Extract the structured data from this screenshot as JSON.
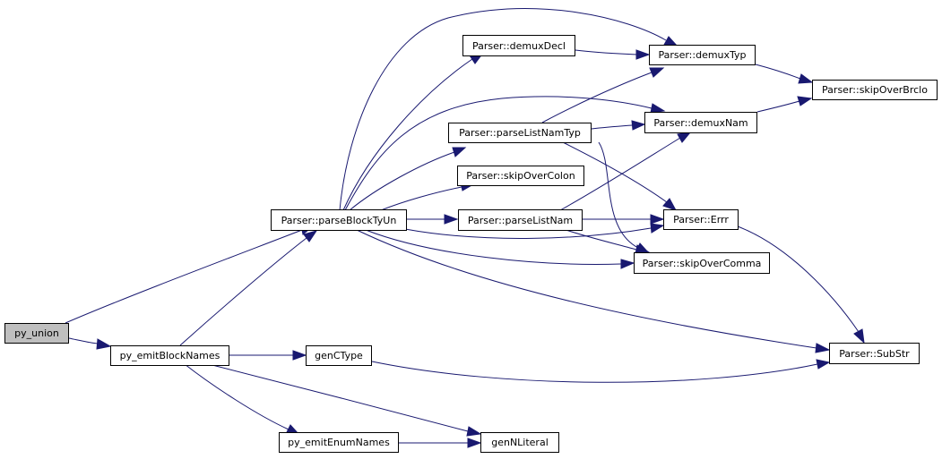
{
  "nodes": {
    "py_union": "py_union",
    "py_emitBlockNames": "py_emitBlockNames",
    "parseBlockTyUn": "Parser::parseBlockTyUn",
    "genCType": "genCType",
    "py_emitEnumNames": "py_emitEnumNames",
    "genNLiteral": "genNLiteral",
    "demuxDecl": "Parser::demuxDecl",
    "parseListNamTyp": "Parser::parseListNamTyp",
    "skipOverColon": "Parser::skipOverColon",
    "parseListNam": "Parser::parseListNam",
    "demuxTyp": "Parser::demuxTyp",
    "demuxNam": "Parser::demuxNam",
    "Errr": "Parser::Errr",
    "skipOverComma": "Parser::skipOverComma",
    "skipOverBrclo": "Parser::skipOverBrclo",
    "SubStr": "Parser::SubStr"
  },
  "colors": {
    "edge": "#191970",
    "node_border": "#000000",
    "node_fill": "#ffffff",
    "root_fill": "#bfbfbf"
  }
}
